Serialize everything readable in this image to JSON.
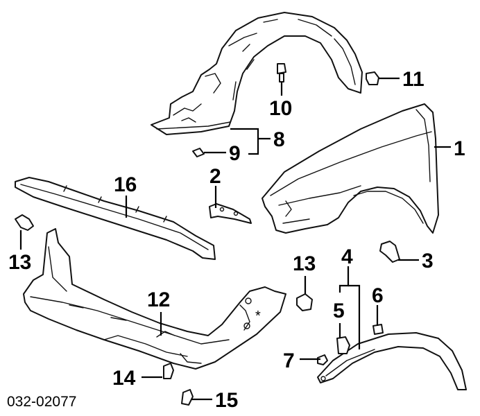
{
  "diagram_code": "032-02077",
  "asterisk": "*",
  "callouts": {
    "c1": "1",
    "c2": "2",
    "c3": "3",
    "c4": "4",
    "c5": "5",
    "c6": "6",
    "c7": "7",
    "c8": "8",
    "c9": "9",
    "c10": "10",
    "c11": "11",
    "c12": "12",
    "c13a": "13",
    "c13b": "13",
    "c14": "14",
    "c15": "15",
    "c16": "16"
  }
}
